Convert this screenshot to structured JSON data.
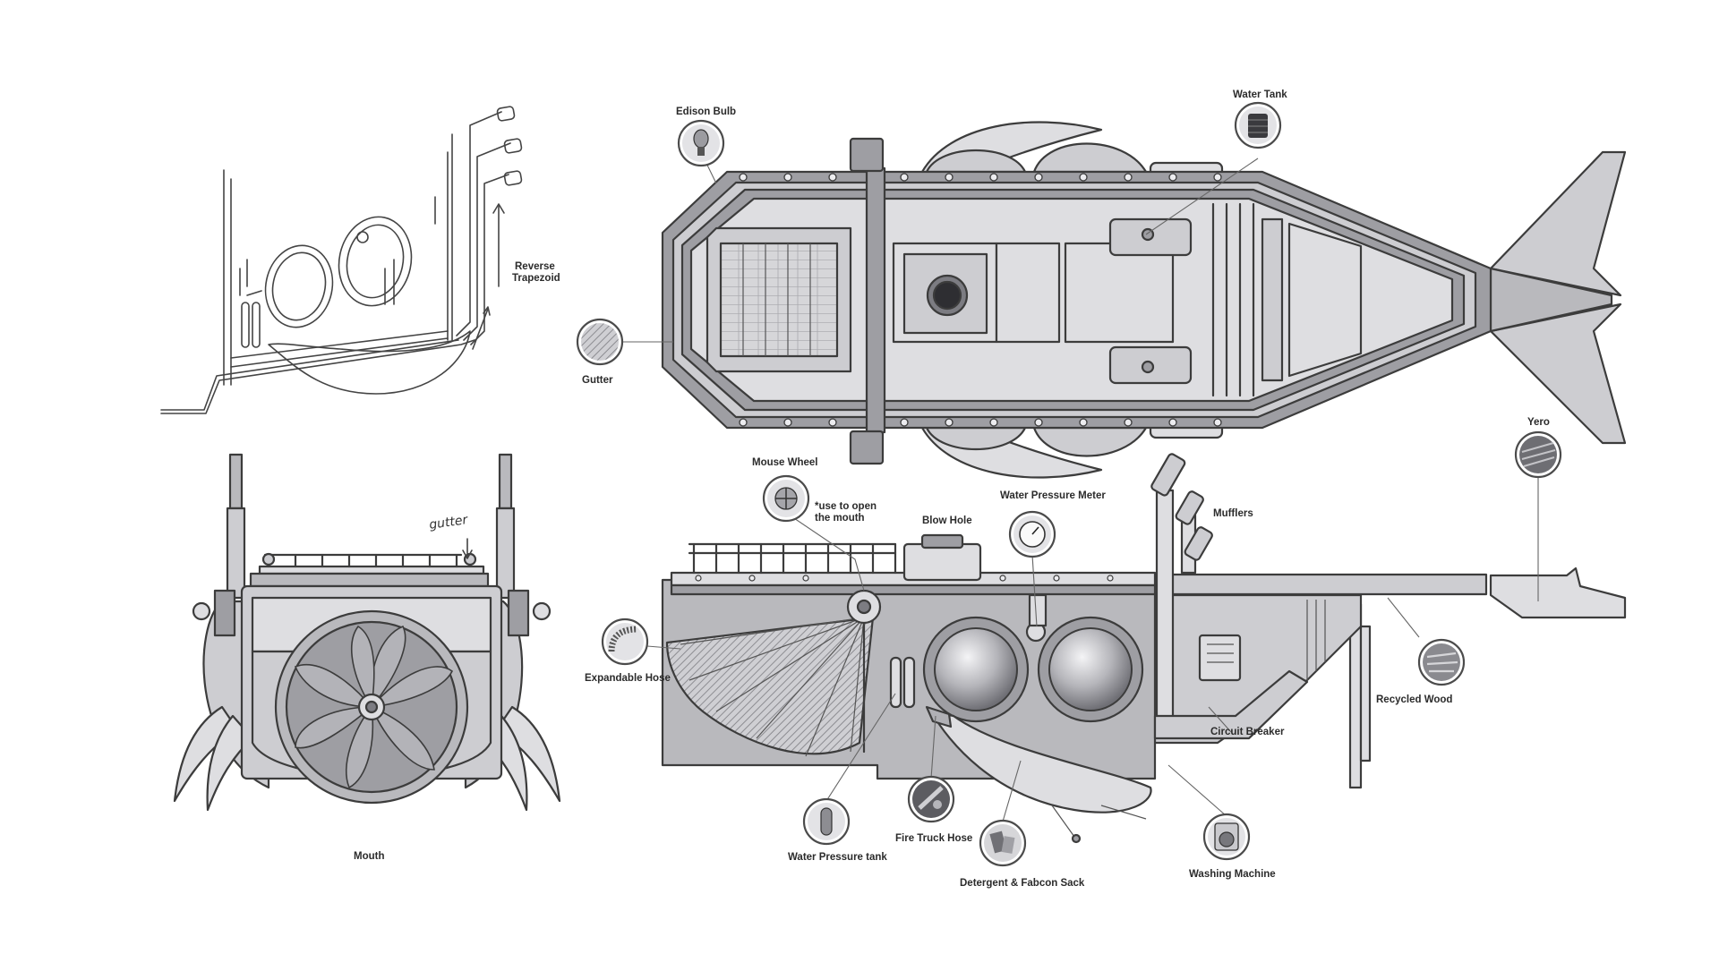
{
  "sketch": {
    "reverse_trapezoid": [
      "Reverse",
      "Trapezoid"
    ],
    "gutter_note": "gutter",
    "mouth": "Mouth"
  },
  "labels": {
    "edison_bulb": "Edison Bulb",
    "water_tank": "Water Tank",
    "gutter": "Gutter",
    "yero": "Yero",
    "mouse_wheel": "Mouse Wheel",
    "mouse_wheel_note": [
      "*use to open",
      "the mouth"
    ],
    "water_pressure_meter": "Water Pressure Meter",
    "blow_hole": "Blow Hole",
    "mufflers": "Mufflers",
    "expandable_hose": "Expandable Hose",
    "recycled_wood": "Recycled Wood",
    "circuit_breaker": "Circuit Breaker",
    "water_pressure_tank": "Water Pressure tank",
    "fire_truck_hose": "Fire Truck Hose",
    "detergent_sack": "Detergent & Fabcon Sack",
    "washing_machine": "Washing Machine"
  },
  "icons": [
    "edison-bulb-icon",
    "water-tank-icon",
    "gutter-icon",
    "yero-icon",
    "mouse-wheel-icon",
    "pressure-meter-icon",
    "expandable-hose-icon",
    "recycled-wood-icon",
    "pressure-tank-icon",
    "fire-hose-icon",
    "detergent-sack-icon",
    "washing-machine-icon"
  ],
  "colors": {
    "ink": "#3c3c3c",
    "metal": "#b9b9bd",
    "metal_light": "#dedee1",
    "paper": "#ffffff"
  }
}
